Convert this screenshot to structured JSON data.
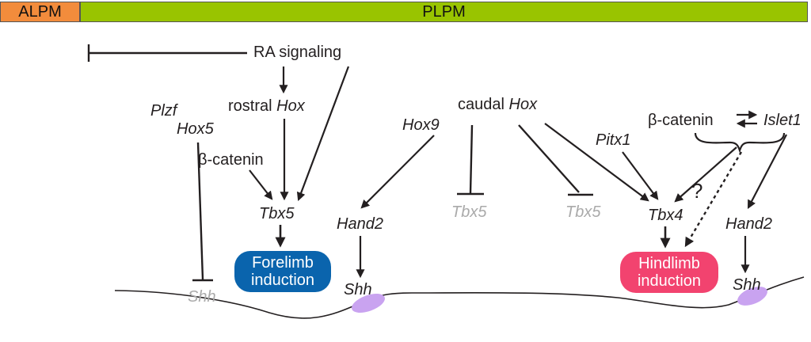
{
  "bands": {
    "alpm": {
      "label": "ALPM",
      "color": "#f28c3c"
    },
    "plpm": {
      "label": "PLPM",
      "color": "#99c400"
    }
  },
  "nodes": {
    "ra_signaling": "RA signaling",
    "rostral_hox_prefix": "rostral ",
    "rostral_hox_gene": "Hox",
    "plzf": "Plzf",
    "hox5": "Hox5",
    "beta_catenin_left": "β-catenin",
    "tbx5_main": "Tbx5",
    "hox9": "Hox9",
    "hand2_left": "Hand2",
    "shh_grey": "Shh",
    "shh_left": "Shh",
    "caudal_hox_prefix": "caudal ",
    "caudal_hox_gene": "Hox",
    "tbx5_grey_1": "Tbx5",
    "tbx5_grey_2": "Tbx5",
    "pitx1": "Pitx1",
    "beta_catenin_right": "β-catenin",
    "islet1": "Islet1",
    "tbx4": "Tbx4",
    "hand2_right": "Hand2",
    "shh_right": "Shh",
    "question": "?"
  },
  "outcomes": {
    "forelimb": {
      "line1": "Forelimb",
      "line2": "induction",
      "color": "#0a64ad"
    },
    "hindlimb": {
      "line1": "Hindlimb",
      "line2": "induction",
      "color": "#f2436f"
    }
  },
  "colors": {
    "line": "#231f20",
    "inactive": "#aaaaaa",
    "shh_domain": "#c9a3f0"
  }
}
